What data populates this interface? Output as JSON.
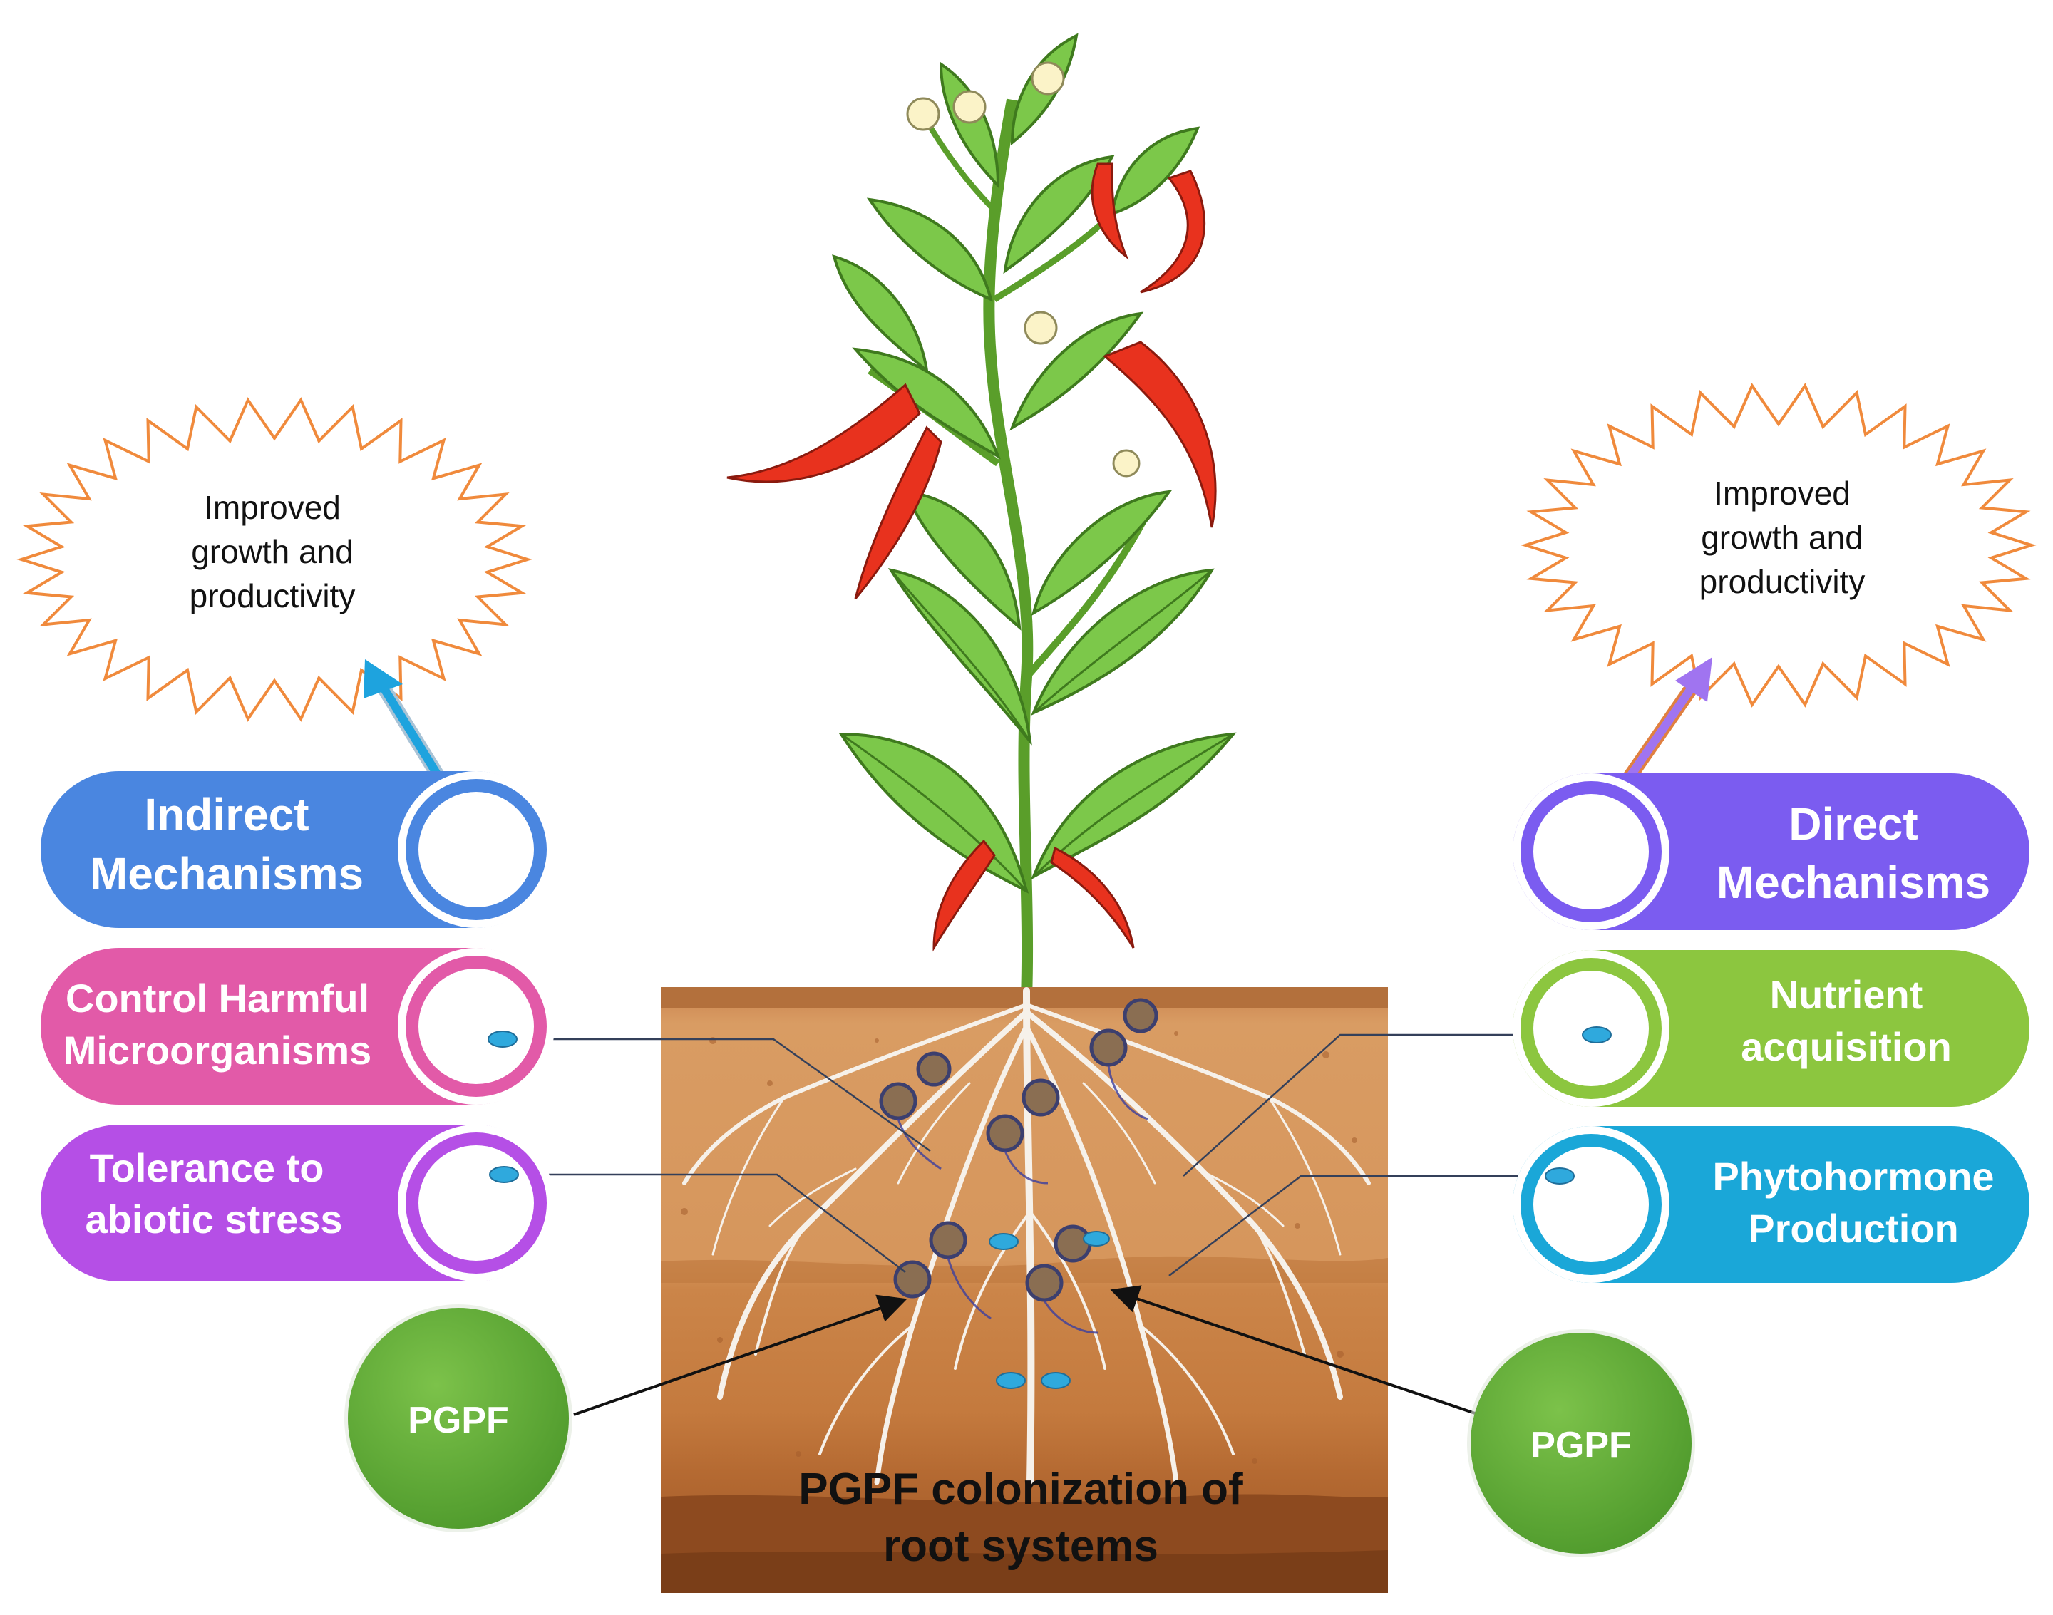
{
  "left": {
    "burst": [
      "Improved",
      "growth and",
      "productivity"
    ],
    "header": [
      "Indirect",
      "Mechanisms"
    ],
    "items": [
      {
        "lines": [
          "Control Harmful",
          "Microorganisms"
        ]
      },
      {
        "lines": [
          "Tolerance to",
          "abiotic stress"
        ]
      }
    ],
    "pgpf": "PGPF"
  },
  "right": {
    "burst": [
      "Improved",
      "growth and",
      "productivity"
    ],
    "header": [
      "Direct",
      "Mechanisms"
    ],
    "items": [
      {
        "lines": [
          "Nutrient",
          "acquisition"
        ]
      },
      {
        "lines": [
          "Phytohormone",
          "Production"
        ]
      }
    ],
    "pgpf": "PGPF"
  },
  "soil": {
    "caption": [
      "PGPF colonization of",
      "root systems"
    ]
  },
  "colors": {
    "indirect": "#4a86e0",
    "direct": "#7b5cf0",
    "control": "#e25aa8",
    "tolerance": "#b54fe6",
    "nutrient": "#8cc63f",
    "phytohormone": "#1aa7d8",
    "pgpf": "#5fa83a",
    "burst": "#f08a3c"
  }
}
